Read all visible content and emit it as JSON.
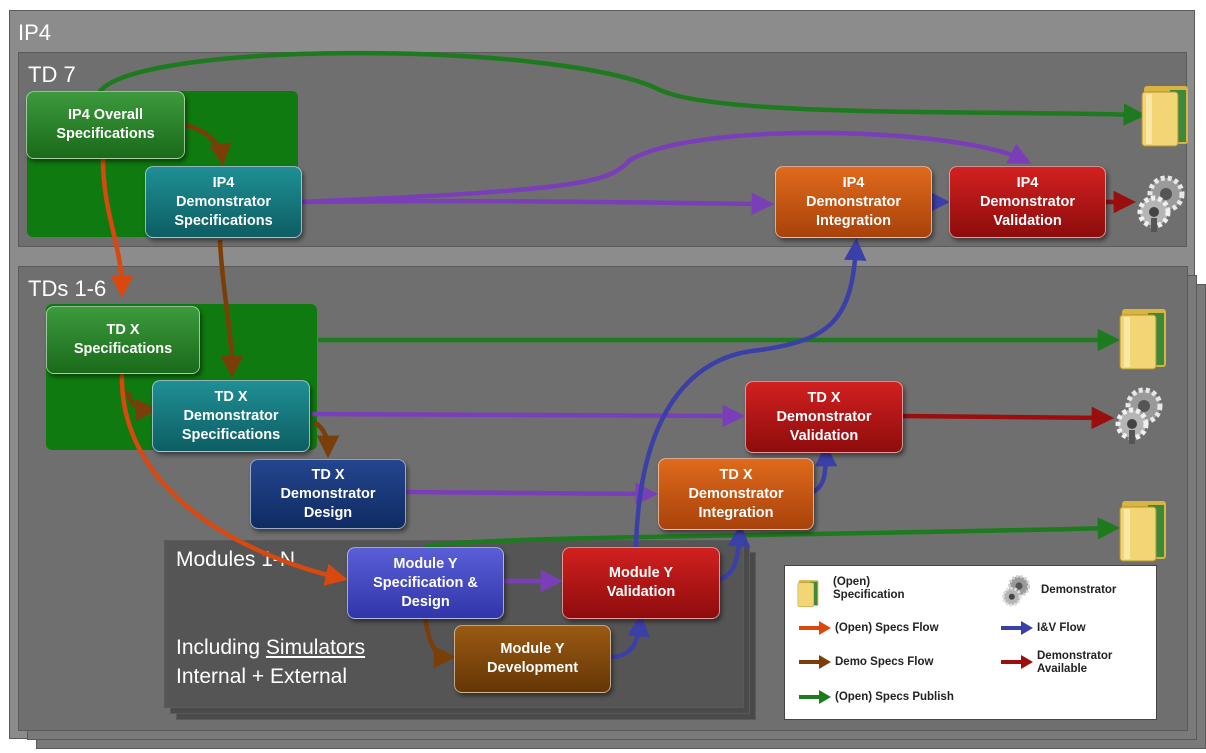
{
  "panels": {
    "ip4": "IP4",
    "td7": "TD 7",
    "tds": "TDs 1-6",
    "modules": "Modules 1-N",
    "including_prefix": "Including ",
    "including_underlined": "Simulators",
    "internal_external": "Internal + External"
  },
  "boxes": {
    "ip4_overall_spec": "IP4 Overall\nSpecifications",
    "ip4_demo_spec": "IP4\nDemonstrator\nSpecifications",
    "ip4_demo_integration": "IP4\nDemonstrator\nIntegration",
    "ip4_demo_validation": "IP4\nDemonstrator\nValidation",
    "tdx_spec": "TD X\nSpecifications",
    "tdx_demo_spec": "TD X\nDemonstrator\nSpecifications",
    "tdx_demo_design": "TD X\nDemonstrator\nDesign",
    "tdx_demo_validation": "TD X\nDemonstrator\nValidation",
    "tdx_demo_integration": "TD X\nDemonstrator\nIntegration",
    "module_spec_design": "Module Y\nSpecification &\nDesign",
    "module_validation": "Module Y\nValidation",
    "module_development": "Module Y\nDevelopment"
  },
  "legend": {
    "spec": "(Open)\nSpecification",
    "demonstrator": "Demonstrator",
    "open_specs_flow": "(Open) Specs Flow",
    "iv_flow": "I&V Flow",
    "demo_specs_flow": "Demo Specs Flow",
    "demo_available": "Demonstrator\nAvailable",
    "open_specs_publish": "(Open) Specs Publish"
  },
  "icons": [
    "folder-icon",
    "gear-icon"
  ],
  "colors": {
    "open_specs_flow": "#d9480f",
    "iv_flow": "#3b3fa8",
    "demo_specs_flow": "#7a3e08",
    "demo_available": "#9a0e0e",
    "open_specs_publish": "#1e7a1e",
    "integration_flow": "#7a3fb8"
  }
}
